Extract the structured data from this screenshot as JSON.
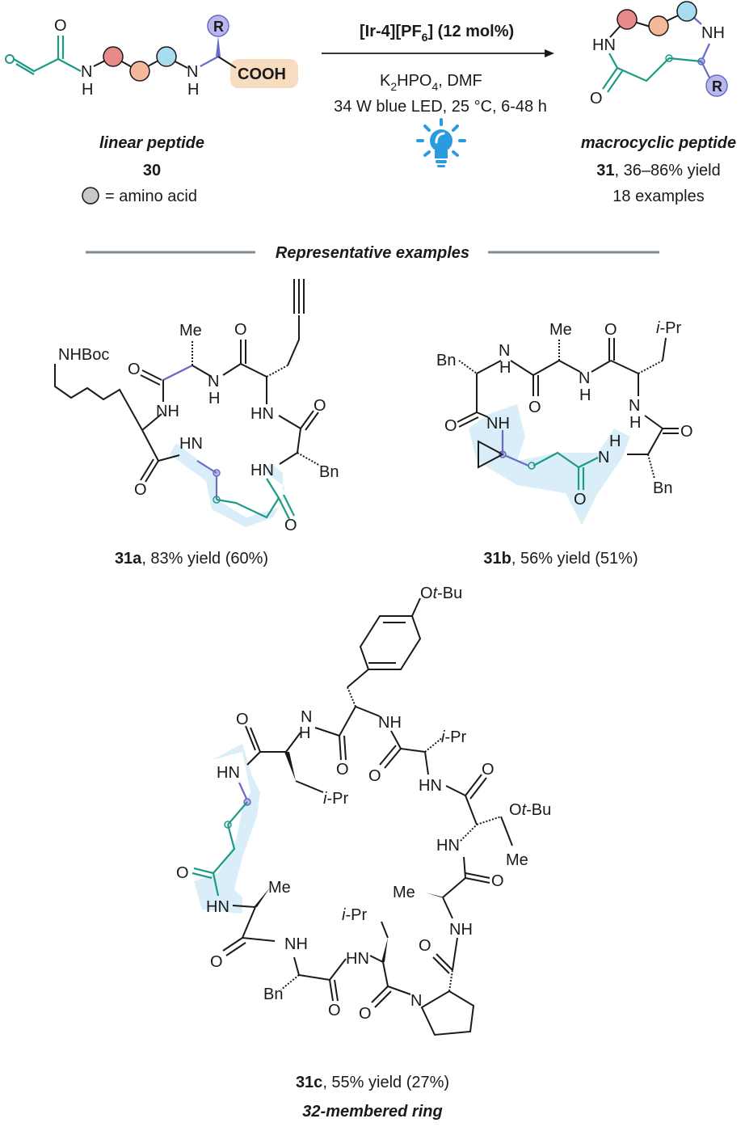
{
  "reaction": {
    "catalyst": "[Ir-4][PF6] (12 mol%)",
    "catalyst_main": "[Ir-4][PF",
    "catalyst_sub": "6",
    "catalyst_tail": "] (12 mol%)",
    "base": "K2HPO4, DMF",
    "base_pre": "K",
    "base_sub1": "2",
    "base_mid": "HPO",
    "base_sub2": "4",
    "base_post": ", DMF",
    "light": "34 W blue LED, 25 °C, 6-48 h",
    "bulb_icon": "lightbulb-icon"
  },
  "start": {
    "caption": "linear peptide",
    "number": "30",
    "legend_text": "= amino acid",
    "cooh": "COOH",
    "r": "R",
    "nh": "N",
    "h": "H",
    "o": "O"
  },
  "product": {
    "caption": "macrocyclic peptide",
    "number": "31",
    "yield": ", 36–86% yield",
    "examples": "18 examples",
    "hn": "HN",
    "nh": "NH",
    "o": "O",
    "r": "R"
  },
  "section_title": "Representative examples",
  "examples": [
    {
      "id": "31a",
      "result": ", 83% yield (60%)"
    },
    {
      "id": "31b",
      "result": ", 56% yield (51%)"
    },
    {
      "id": "31c",
      "result": ", 55% yield (27%)",
      "note": "32-membered ring"
    }
  ],
  "labels": {
    "nhboc": "NHBoc",
    "me": "Me",
    "bn": "Bn",
    "nh": "NH",
    "hn": "HN",
    "n": "N",
    "h": "H",
    "o": "O",
    "ipr": "i-Pr",
    "otbu": "Ot-Bu",
    "hnn": "HN"
  },
  "colors": {
    "red_text": "#b22222",
    "blue_text": "#4a8fd4",
    "grey_text": "#7f7f7f",
    "teal": "#1d9a85",
    "purple": "#6a6ac8",
    "highlight": "#d9eef8",
    "cooh_bg": "#f8dcc0",
    "circle_red": "#e88a8a",
    "circle_orange": "#f6b89b",
    "circle_cyan": "#a8dcf0",
    "circle_grey": "#c8c8c8",
    "circle_purple": "#b8b8ec",
    "bulb": "#2b9be0"
  }
}
